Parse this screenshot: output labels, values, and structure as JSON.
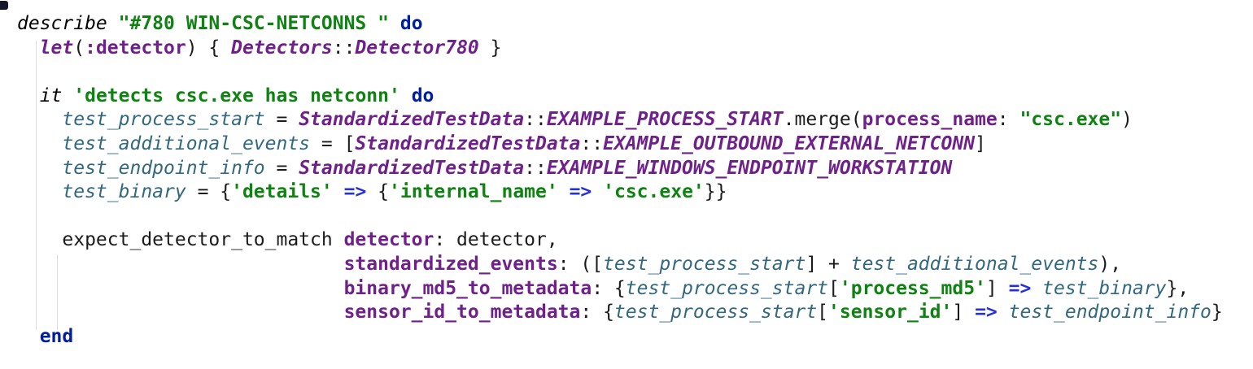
{
  "editor": {
    "language": "ruby",
    "background": "#ffffff",
    "indent_guide_color": "#dcdcdc",
    "token_colors": {
      "plain": "#1b1b1b",
      "keyword": "#001f9e",
      "definition_call": "#000000",
      "string": "#0f8312",
      "constant": "#70208a",
      "symbol_kwarg": "#70208a",
      "local_variable": "#31687f",
      "hashrocket": "#2531d8",
      "dsl_method": "#70208a"
    }
  },
  "code": {
    "lines": [
      {
        "tokens": [
          [
            "def",
            "describe"
          ],
          [
            "pl",
            " "
          ],
          [
            "str",
            "\"#780 WIN-CSC-NETCONNS \""
          ],
          [
            "pl",
            " "
          ],
          [
            "kw",
            "do"
          ]
        ]
      },
      {
        "tokens": [
          [
            "pl",
            "  "
          ],
          [
            "me",
            "let"
          ],
          [
            "pl",
            "("
          ],
          [
            "sy",
            ":detector"
          ],
          [
            "pl",
            ") { "
          ],
          [
            "co",
            "Detectors"
          ],
          [
            "pl",
            "::"
          ],
          [
            "co",
            "Detector780"
          ],
          [
            "pl",
            " }"
          ]
        ]
      },
      {
        "tokens": []
      },
      {
        "tokens": [
          [
            "pl",
            "  "
          ],
          [
            "def",
            "it"
          ],
          [
            "pl",
            " "
          ],
          [
            "str",
            "'detects csc.exe has netconn'"
          ],
          [
            "pl",
            " "
          ],
          [
            "kw",
            "do"
          ]
        ]
      },
      {
        "tokens": [
          [
            "pl",
            "    "
          ],
          [
            "va",
            "test_process_start"
          ],
          [
            "pl",
            " = "
          ],
          [
            "co",
            "StandardizedTestData"
          ],
          [
            "pl",
            "::"
          ],
          [
            "co",
            "EXAMPLE_PROCESS_START"
          ],
          [
            "pl",
            ".merge("
          ],
          [
            "sy",
            "process_name"
          ],
          [
            "pl",
            ": "
          ],
          [
            "str",
            "\"csc.exe\""
          ],
          [
            "pl",
            ")"
          ]
        ]
      },
      {
        "tokens": [
          [
            "pl",
            "    "
          ],
          [
            "va",
            "test_additional_events"
          ],
          [
            "pl",
            " = ["
          ],
          [
            "co",
            "StandardizedTestData"
          ],
          [
            "pl",
            "::"
          ],
          [
            "co",
            "EXAMPLE_OUTBOUND_EXTERNAL_NETCONN"
          ],
          [
            "pl",
            "]"
          ]
        ]
      },
      {
        "tokens": [
          [
            "pl",
            "    "
          ],
          [
            "va",
            "test_endpoint_info"
          ],
          [
            "pl",
            " = "
          ],
          [
            "co",
            "StandardizedTestData"
          ],
          [
            "pl",
            "::"
          ],
          [
            "co",
            "EXAMPLE_WINDOWS_ENDPOINT_WORKSTATION"
          ]
        ]
      },
      {
        "tokens": [
          [
            "pl",
            "    "
          ],
          [
            "va",
            "test_binary"
          ],
          [
            "pl",
            " = {"
          ],
          [
            "str",
            "'details'"
          ],
          [
            "pl",
            " "
          ],
          [
            "ro",
            "=>"
          ],
          [
            "pl",
            " {"
          ],
          [
            "str",
            "'internal_name'"
          ],
          [
            "pl",
            " "
          ],
          [
            "ro",
            "=>"
          ],
          [
            "pl",
            " "
          ],
          [
            "str",
            "'csc.exe'"
          ],
          [
            "pl",
            "}}"
          ]
        ]
      },
      {
        "tokens": []
      },
      {
        "tokens": [
          [
            "pl",
            "    expect_detector_to_match "
          ],
          [
            "sy",
            "detector"
          ],
          [
            "pl",
            ": detector,"
          ]
        ]
      },
      {
        "tokens": [
          [
            "pl",
            "                             "
          ],
          [
            "sy",
            "standardized_events"
          ],
          [
            "pl",
            ": (["
          ],
          [
            "va",
            "test_process_start"
          ],
          [
            "pl",
            "] + "
          ],
          [
            "va",
            "test_additional_events"
          ],
          [
            "pl",
            "),"
          ]
        ]
      },
      {
        "tokens": [
          [
            "pl",
            "                             "
          ],
          [
            "sy",
            "binary_md5_to_metadata"
          ],
          [
            "pl",
            ": {"
          ],
          [
            "va",
            "test_process_start"
          ],
          [
            "pl",
            "["
          ],
          [
            "str",
            "'process_md5'"
          ],
          [
            "pl",
            "] "
          ],
          [
            "ro",
            "=>"
          ],
          [
            "pl",
            " "
          ],
          [
            "va",
            "test_binary"
          ],
          [
            "pl",
            "},"
          ]
        ]
      },
      {
        "tokens": [
          [
            "pl",
            "                             "
          ],
          [
            "sy",
            "sensor_id_to_metadata"
          ],
          [
            "pl",
            ": {"
          ],
          [
            "va",
            "test_process_start"
          ],
          [
            "pl",
            "["
          ],
          [
            "str",
            "'sensor_id'"
          ],
          [
            "pl",
            "] "
          ],
          [
            "ro",
            "=>"
          ],
          [
            "pl",
            " "
          ],
          [
            "va",
            "test_endpoint_info"
          ],
          [
            "pl",
            "}"
          ]
        ]
      },
      {
        "tokens": [
          [
            "pl",
            "  "
          ],
          [
            "kw",
            "end"
          ]
        ]
      }
    ]
  }
}
